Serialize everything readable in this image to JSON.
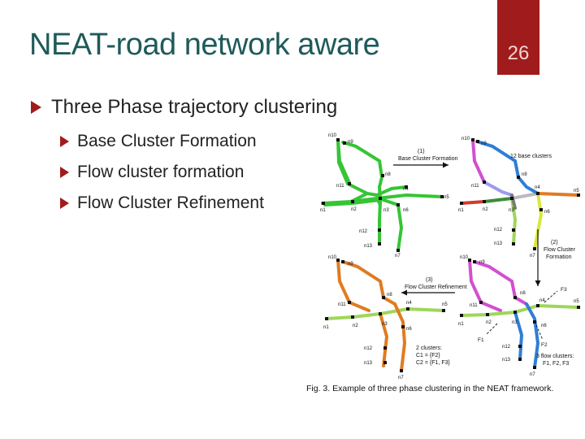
{
  "slide": {
    "title": "NEAT-road network aware",
    "page_number": "26"
  },
  "bullets": {
    "main": "Three Phase trajectory clustering",
    "sub": [
      "Base Cluster Formation",
      "Flow cluster formation",
      "Flow Cluster Refinement"
    ]
  },
  "figure": {
    "step1_num": "(1)",
    "step1_label": "Base Cluster Formation",
    "step2_num": "(2)",
    "step2_label_1": "Flow Cluster",
    "step2_label_2": "Formation",
    "step3_num": "(3)",
    "step3_label": "Flow Cluster Refinement",
    "base_clusters": "12 base clusters",
    "flow_clusters_1": "3 flow clusters:",
    "flow_clusters_2": "F1, F2, F3",
    "refined_1": "2 clusters:",
    "refined_2": "C1 = {F2}",
    "refined_3": "C2 = {F1, F3}",
    "f1": "F1",
    "f2": "F2",
    "f3": "F3",
    "nodes": {
      "n1": "n1",
      "n2": "n2",
      "n3": "n3",
      "n4": "n4",
      "n5": "n5",
      "n6": "n6",
      "n7": "n7",
      "n8": "n8",
      "n9": "n9",
      "n10": "n10",
      "n11": "n11",
      "n12": "n12",
      "n13": "n13"
    }
  },
  "caption": "Fig. 3. Example of three phase clustering in the NEAT framework.",
  "colors": {
    "title": "#1f5a5a",
    "accent": "#a01c1c",
    "green": "#35c535",
    "orange": "#e07b22",
    "magenta": "#d24fd0",
    "blue": "#2f7ed6",
    "light_green": "#9fd65a"
  }
}
